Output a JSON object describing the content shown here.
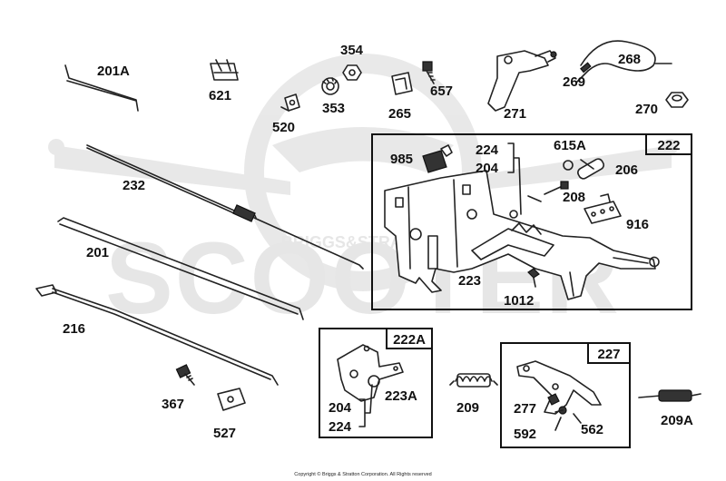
{
  "diagram": {
    "labels": {
      "p201A": "201A",
      "p621": "621",
      "p354": "354",
      "p353": "353",
      "p520": "520",
      "p265": "265",
      "p657": "657",
      "p271": "271",
      "p268": "268",
      "p269": "269",
      "p270": "270",
      "p232": "232",
      "p201": "201",
      "p216": "216",
      "p367": "367",
      "p527": "527",
      "p985": "985",
      "p224a": "224",
      "p204a": "204",
      "p615A": "615A",
      "p206": "206",
      "p208": "208",
      "p916": "916",
      "p223": "223",
      "p1012": "1012",
      "p204b": "204",
      "p224b": "224",
      "p223A": "223A",
      "p209": "209",
      "p277": "277",
      "p592": "592",
      "p562": "562",
      "p209A": "209A"
    },
    "boxes": {
      "b222": "222",
      "b222A": "222A",
      "b227": "227"
    },
    "watermark": {
      "brand": "SCOOTER",
      "strap": "BRIGGS&STRATTON"
    },
    "copyright": "Copyright © Briggs & Stratton Corporation. All Rights reserved"
  }
}
